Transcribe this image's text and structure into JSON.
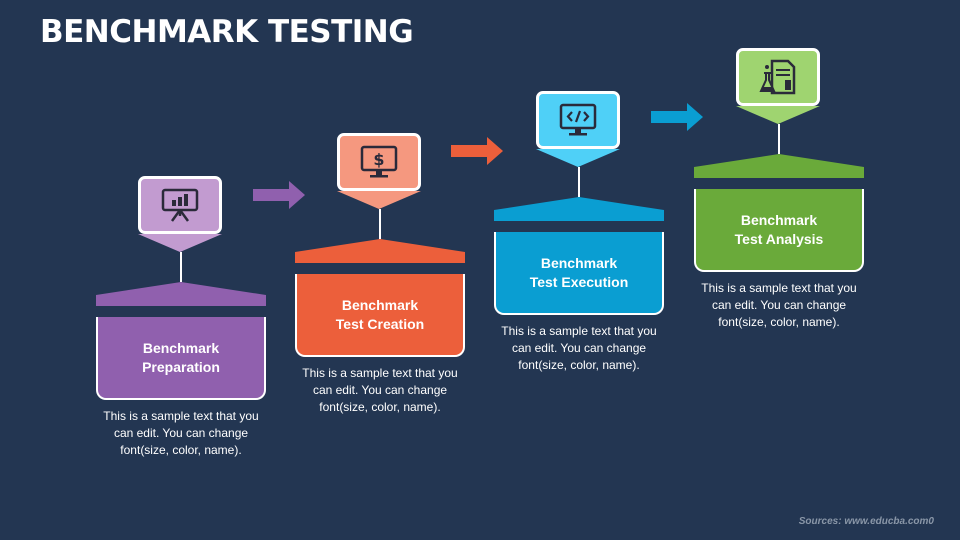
{
  "title": "BENCHMARK TESTING",
  "source": "Sources: www.educba.com0",
  "steps": [
    {
      "label": "Benchmark Preparation",
      "description": "This is a sample text that you can edit. You can change font(size, color, name).",
      "icon": "presentation-board-icon",
      "color": "#9060ae",
      "light": "#c29bd0"
    },
    {
      "label": "Benchmark Test Creation",
      "description": "This is a sample text that you can edit. You can change font(size, color, name).",
      "icon": "dollar-monitor-icon",
      "color": "#ec5f3b",
      "light": "#f5987f"
    },
    {
      "label": "Benchmark Test Execution",
      "description": "This is a sample text that you can edit. You can change font(size, color, name).",
      "icon": "code-monitor-icon",
      "color": "#0a9ed2",
      "light": "#4fd0f7"
    },
    {
      "label": "Benchmark Test Analysis",
      "description": "This is a sample text that you can edit. You can change font(size, color, name).",
      "icon": "lab-report-icon",
      "color": "#6aaa3a",
      "light": "#9fd470"
    }
  ]
}
